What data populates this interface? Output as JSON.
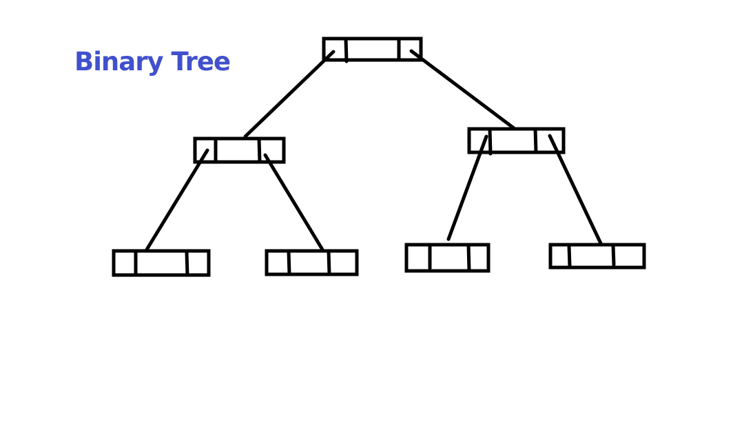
{
  "title": "Binary Tree",
  "colors": {
    "title": "#4150cc",
    "stroke": "#000000"
  },
  "nodes": [
    {
      "id": "root",
      "children": [
        "left",
        "right"
      ]
    },
    {
      "id": "left",
      "children": [
        "left-left",
        "left-right"
      ]
    },
    {
      "id": "right",
      "children": [
        "right-left",
        "right-right"
      ]
    },
    {
      "id": "left-left",
      "children": []
    },
    {
      "id": "left-right",
      "children": []
    },
    {
      "id": "right-left",
      "children": []
    },
    {
      "id": "right-right",
      "children": []
    }
  ]
}
